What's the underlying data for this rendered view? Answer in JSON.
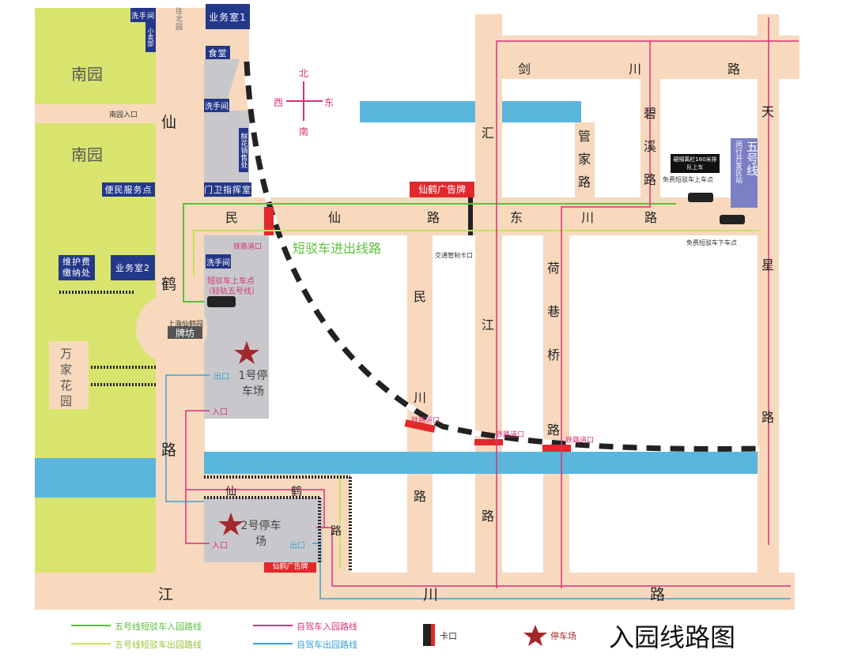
{
  "title": "入园线路图",
  "areas": {
    "south_park_1": "南园",
    "south_park_2": "南园",
    "wanjia": "万家花园",
    "south_entrance": "南园入口",
    "to_north": "往北园",
    "gate": "牌坊",
    "gate_sub": "上海仙鹤园"
  },
  "facilities": {
    "toilet_top": "洗手间",
    "shop": "小卖部",
    "office1": "业务室1",
    "canteen": "食堂",
    "toilet_mid": "洗手间",
    "flower": "鲜花销售处",
    "guard": "门卫指挥室",
    "service": "便民服务点",
    "fee": "维护费缴纳处",
    "office2": "业务室2",
    "toilet_lower": "洗手间"
  },
  "roads": {
    "xianhe": [
      "仙",
      "鹤",
      "路"
    ],
    "minxian": [
      "民",
      "仙",
      "路"
    ],
    "dongchuan": [
      "东",
      "川",
      "路"
    ],
    "jianchuan": [
      "剑",
      "川",
      "路"
    ],
    "huijiang": [
      "汇",
      "江",
      "路"
    ],
    "bixi": [
      "碧",
      "溪",
      "路"
    ],
    "guanjia": [
      "管",
      "家",
      "路"
    ],
    "tianxing": [
      "天",
      "星",
      "路"
    ],
    "minchuan": [
      "民",
      "川",
      "路"
    ],
    "hexiangqiao": [
      "荷",
      "巷",
      "桥",
      "路"
    ],
    "jiangchuan": [
      "江",
      "川",
      "路"
    ],
    "xianhe_inner": [
      "仙",
      "鹤",
      "路"
    ]
  },
  "compass": {
    "n": "北",
    "s": "南",
    "w": "西",
    "e": "东"
  },
  "labels": {
    "shuttle_route": "短驳车进出线路",
    "billboard": "仙鹤广告牌",
    "billboard2": "仙鹤广告牌",
    "traffic_control": "交通管制卡口",
    "rail_crossing_1": "铁路道口",
    "rail_crossing_2": "铁路道口",
    "rail_crossing_3": "铁路道口",
    "rail_crossing_4": "铁路道口",
    "shuttle_stop": "短驳车上车点",
    "shuttle_stop_sub": "（轻轨五号线）",
    "metro_station": "五号线",
    "metro_station_sub": "闵行开发区站",
    "queue": "硬隔离栏160米排队上车",
    "pickup": "免费短驳车上车点",
    "dropoff": "免费短驳车下车点",
    "p1": "1号停车场",
    "p2": "2号停车场",
    "exit1": "出口",
    "entry1": "入口",
    "entry2": "入口",
    "exit2": "出口"
  },
  "legend": {
    "shuttle_in": "五号线短驳车入园路线",
    "shuttle_out": "五号线短驳车出园路线",
    "car_in": "自驾车入园路线",
    "car_out": "自驾车出园路线",
    "checkpoint": "卡口",
    "parking": "停车场"
  },
  "colors": {
    "shuttle_in": "#5cbf3c",
    "shuttle_out": "#c5e35c",
    "car_in": "#d9317a",
    "car_out": "#3a9fd6",
    "parking_star": "#a3282b"
  }
}
